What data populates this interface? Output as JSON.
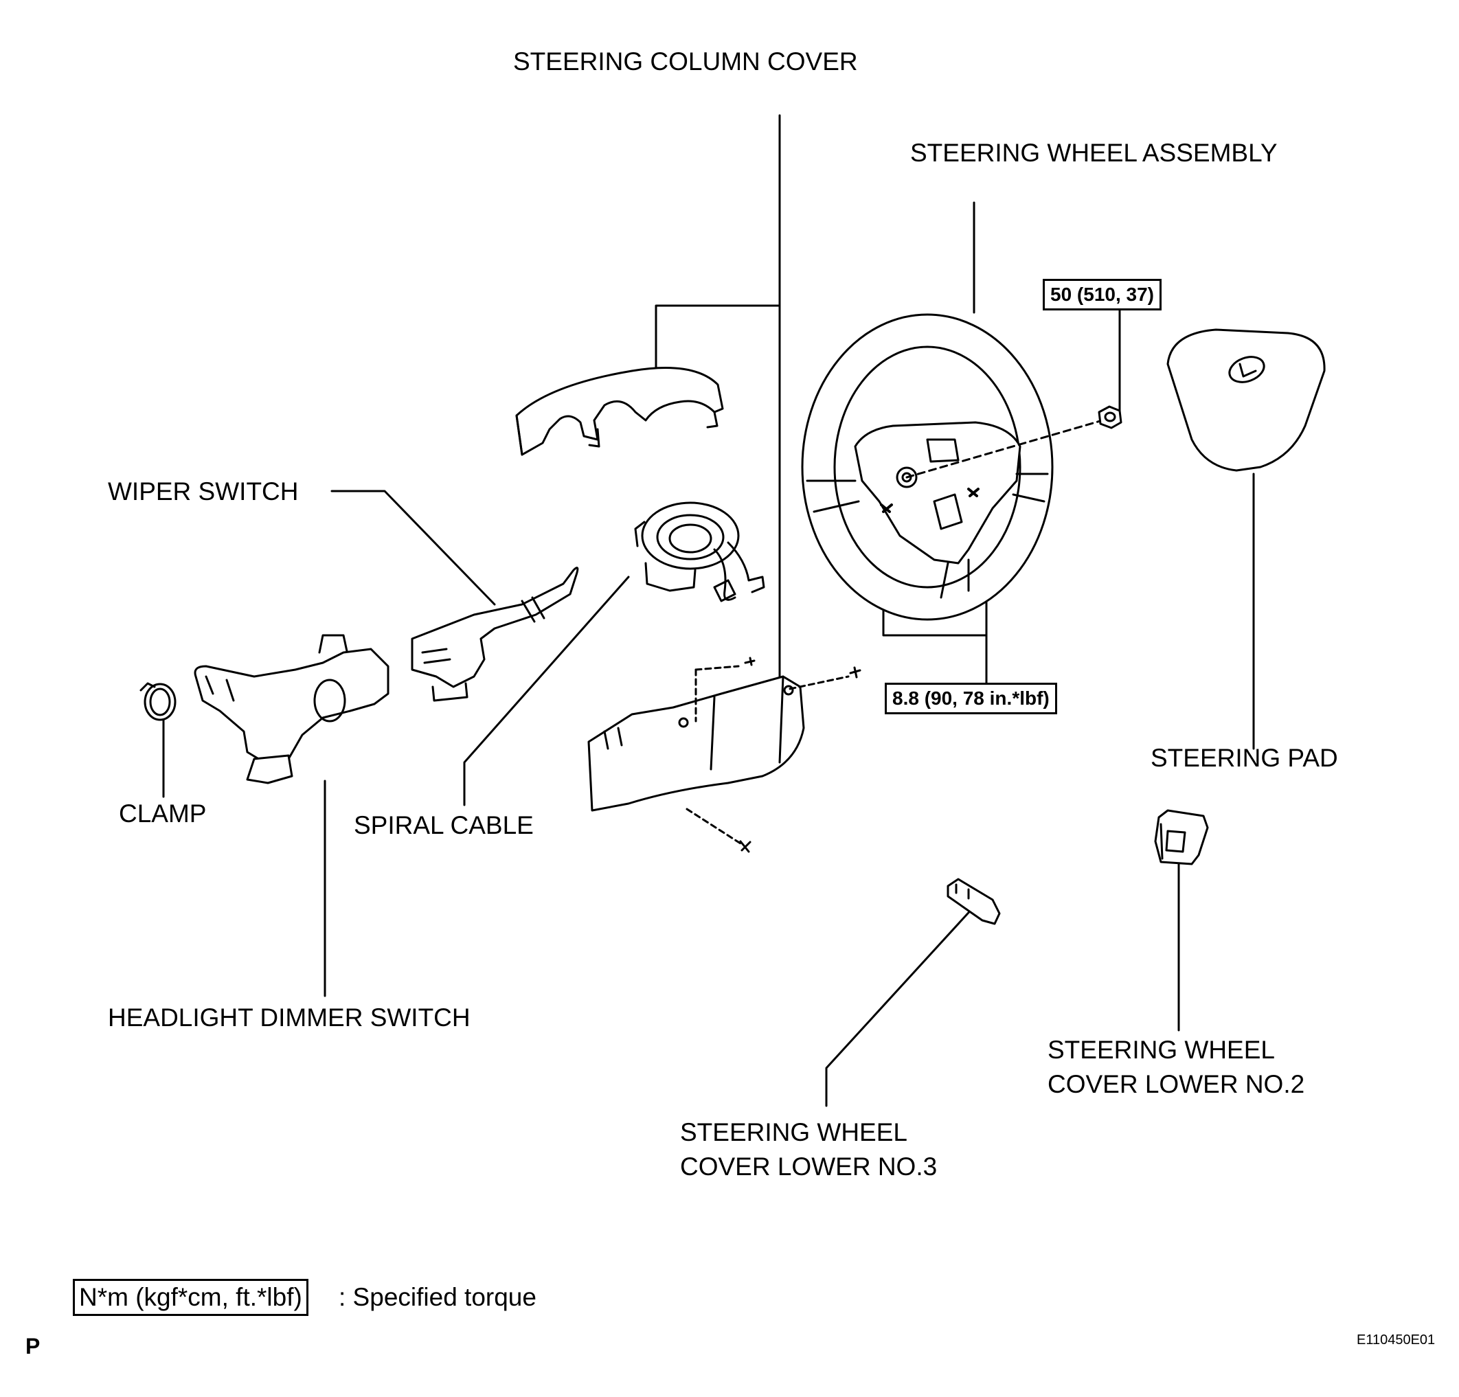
{
  "labels": {
    "steering_column_cover": "STEERING COLUMN COVER",
    "steering_wheel_assembly": "STEERING WHEEL ASSEMBLY",
    "wiper_switch": "WIPER SWITCH",
    "clamp": "CLAMP",
    "spiral_cable": "SPIRAL CABLE",
    "headlight_dimmer_switch": "HEADLIGHT DIMMER SWITCH",
    "steering_pad": "STEERING PAD",
    "steering_wheel_cover_lower_no2_line1": "STEERING WHEEL",
    "steering_wheel_cover_lower_no2_line2": "COVER LOWER NO.2",
    "steering_wheel_cover_lower_no3_line1": "STEERING WHEEL",
    "steering_wheel_cover_lower_no3_line2": "COVER LOWER NO.3"
  },
  "torques": {
    "nut": "50 (510, 37)",
    "screws": "8.8 (90, 78 in.*lbf)"
  },
  "legend": {
    "box": "N*m (kgf*cm, ft.*lbf)",
    "text": ": Specified torque"
  },
  "footer": {
    "corner_mark": "P",
    "figure_code": "E110450E01"
  }
}
